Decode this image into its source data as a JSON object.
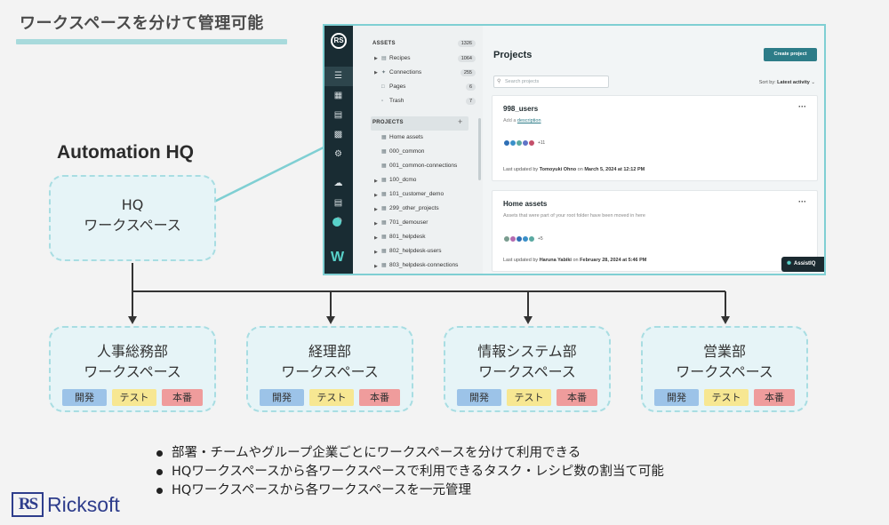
{
  "slide": {
    "title": "ワークスペースを分けて管理可能",
    "hq_heading": "Automation HQ"
  },
  "hq_workspace": {
    "line1": "HQ",
    "line2": "ワークスペース"
  },
  "departments": [
    {
      "name": "人事総務部",
      "suffix": "ワークスペース",
      "tags": [
        "開発",
        "テスト",
        "本番"
      ]
    },
    {
      "name": "経理部",
      "suffix": "ワークスペース",
      "tags": [
        "開発",
        "テスト",
        "本番"
      ]
    },
    {
      "name": "情報システム部",
      "suffix": "ワークスペース",
      "tags": [
        "開発",
        "テスト",
        "本番"
      ]
    },
    {
      "name": "営業部",
      "suffix": "ワークスペース",
      "tags": [
        "開発",
        "テスト",
        "本番"
      ]
    }
  ],
  "bullets": [
    "部署・チームやグループ企業ごとにワークスペースを分けて利用できる",
    "HQワークスペースから各ワークスペースで利用できるタスク・レシピ数の割当て可能",
    "HQワークスペースから各ワークスペースを一元管理"
  ],
  "logo": {
    "mark": "RS",
    "text": "Ricksoft"
  },
  "colors": {
    "accent": "#a8dadc",
    "box_bg": "#e6f4f7",
    "tag_dev": "#9cc3e8",
    "tag_test": "#f7e792",
    "tag_prod": "#ef9c9c",
    "brand": "#2e3d8c"
  },
  "screenshot": {
    "rail_logo": "RS",
    "assets_label": "ASSETS",
    "assets_count": "1326",
    "assets": [
      {
        "label": "Recipes",
        "count": "1064",
        "icon": "recipe-icon"
      },
      {
        "label": "Connections",
        "count": "255",
        "icon": "connection-icon"
      },
      {
        "label": "Pages",
        "count": "6",
        "icon": "page-icon"
      },
      {
        "label": "Trash",
        "count": "7",
        "icon": "trash-icon"
      }
    ],
    "projects_label": "PROJECTS",
    "projects": [
      "Home assets",
      "000_common",
      "001_common-connections",
      "100_dcmo",
      "101_customer_demo",
      "299_other_projects",
      "701_demouser",
      "801_helpdesk",
      "802_helpdesk-users",
      "803_helpdesk-connections"
    ],
    "main_title": "Projects",
    "create_button": "Create project",
    "search_placeholder": "Search projects",
    "sort_prefix": "Sort by:",
    "sort_value": "Latest activity",
    "cards": [
      {
        "title": "998_users",
        "subtitle_prefix": "Add a",
        "subtitle_link": "description",
        "avatar_more": "+11",
        "updated_prefix": "Last updated by",
        "updated_by": "Tomoyuki Ohno",
        "updated_on": "on",
        "updated_date": "March 5, 2024 at 12:12 PM"
      },
      {
        "title": "Home assets",
        "subtitle": "Assets that were part of your root folder have been moved in here",
        "avatar_more": "+5",
        "updated_prefix": "Last updated by",
        "updated_by": "Haruna Yabiki",
        "updated_on": "on",
        "updated_date": "February 28, 2024 at 5:46 PM"
      }
    ],
    "assistant_label": "AssistIQ"
  }
}
